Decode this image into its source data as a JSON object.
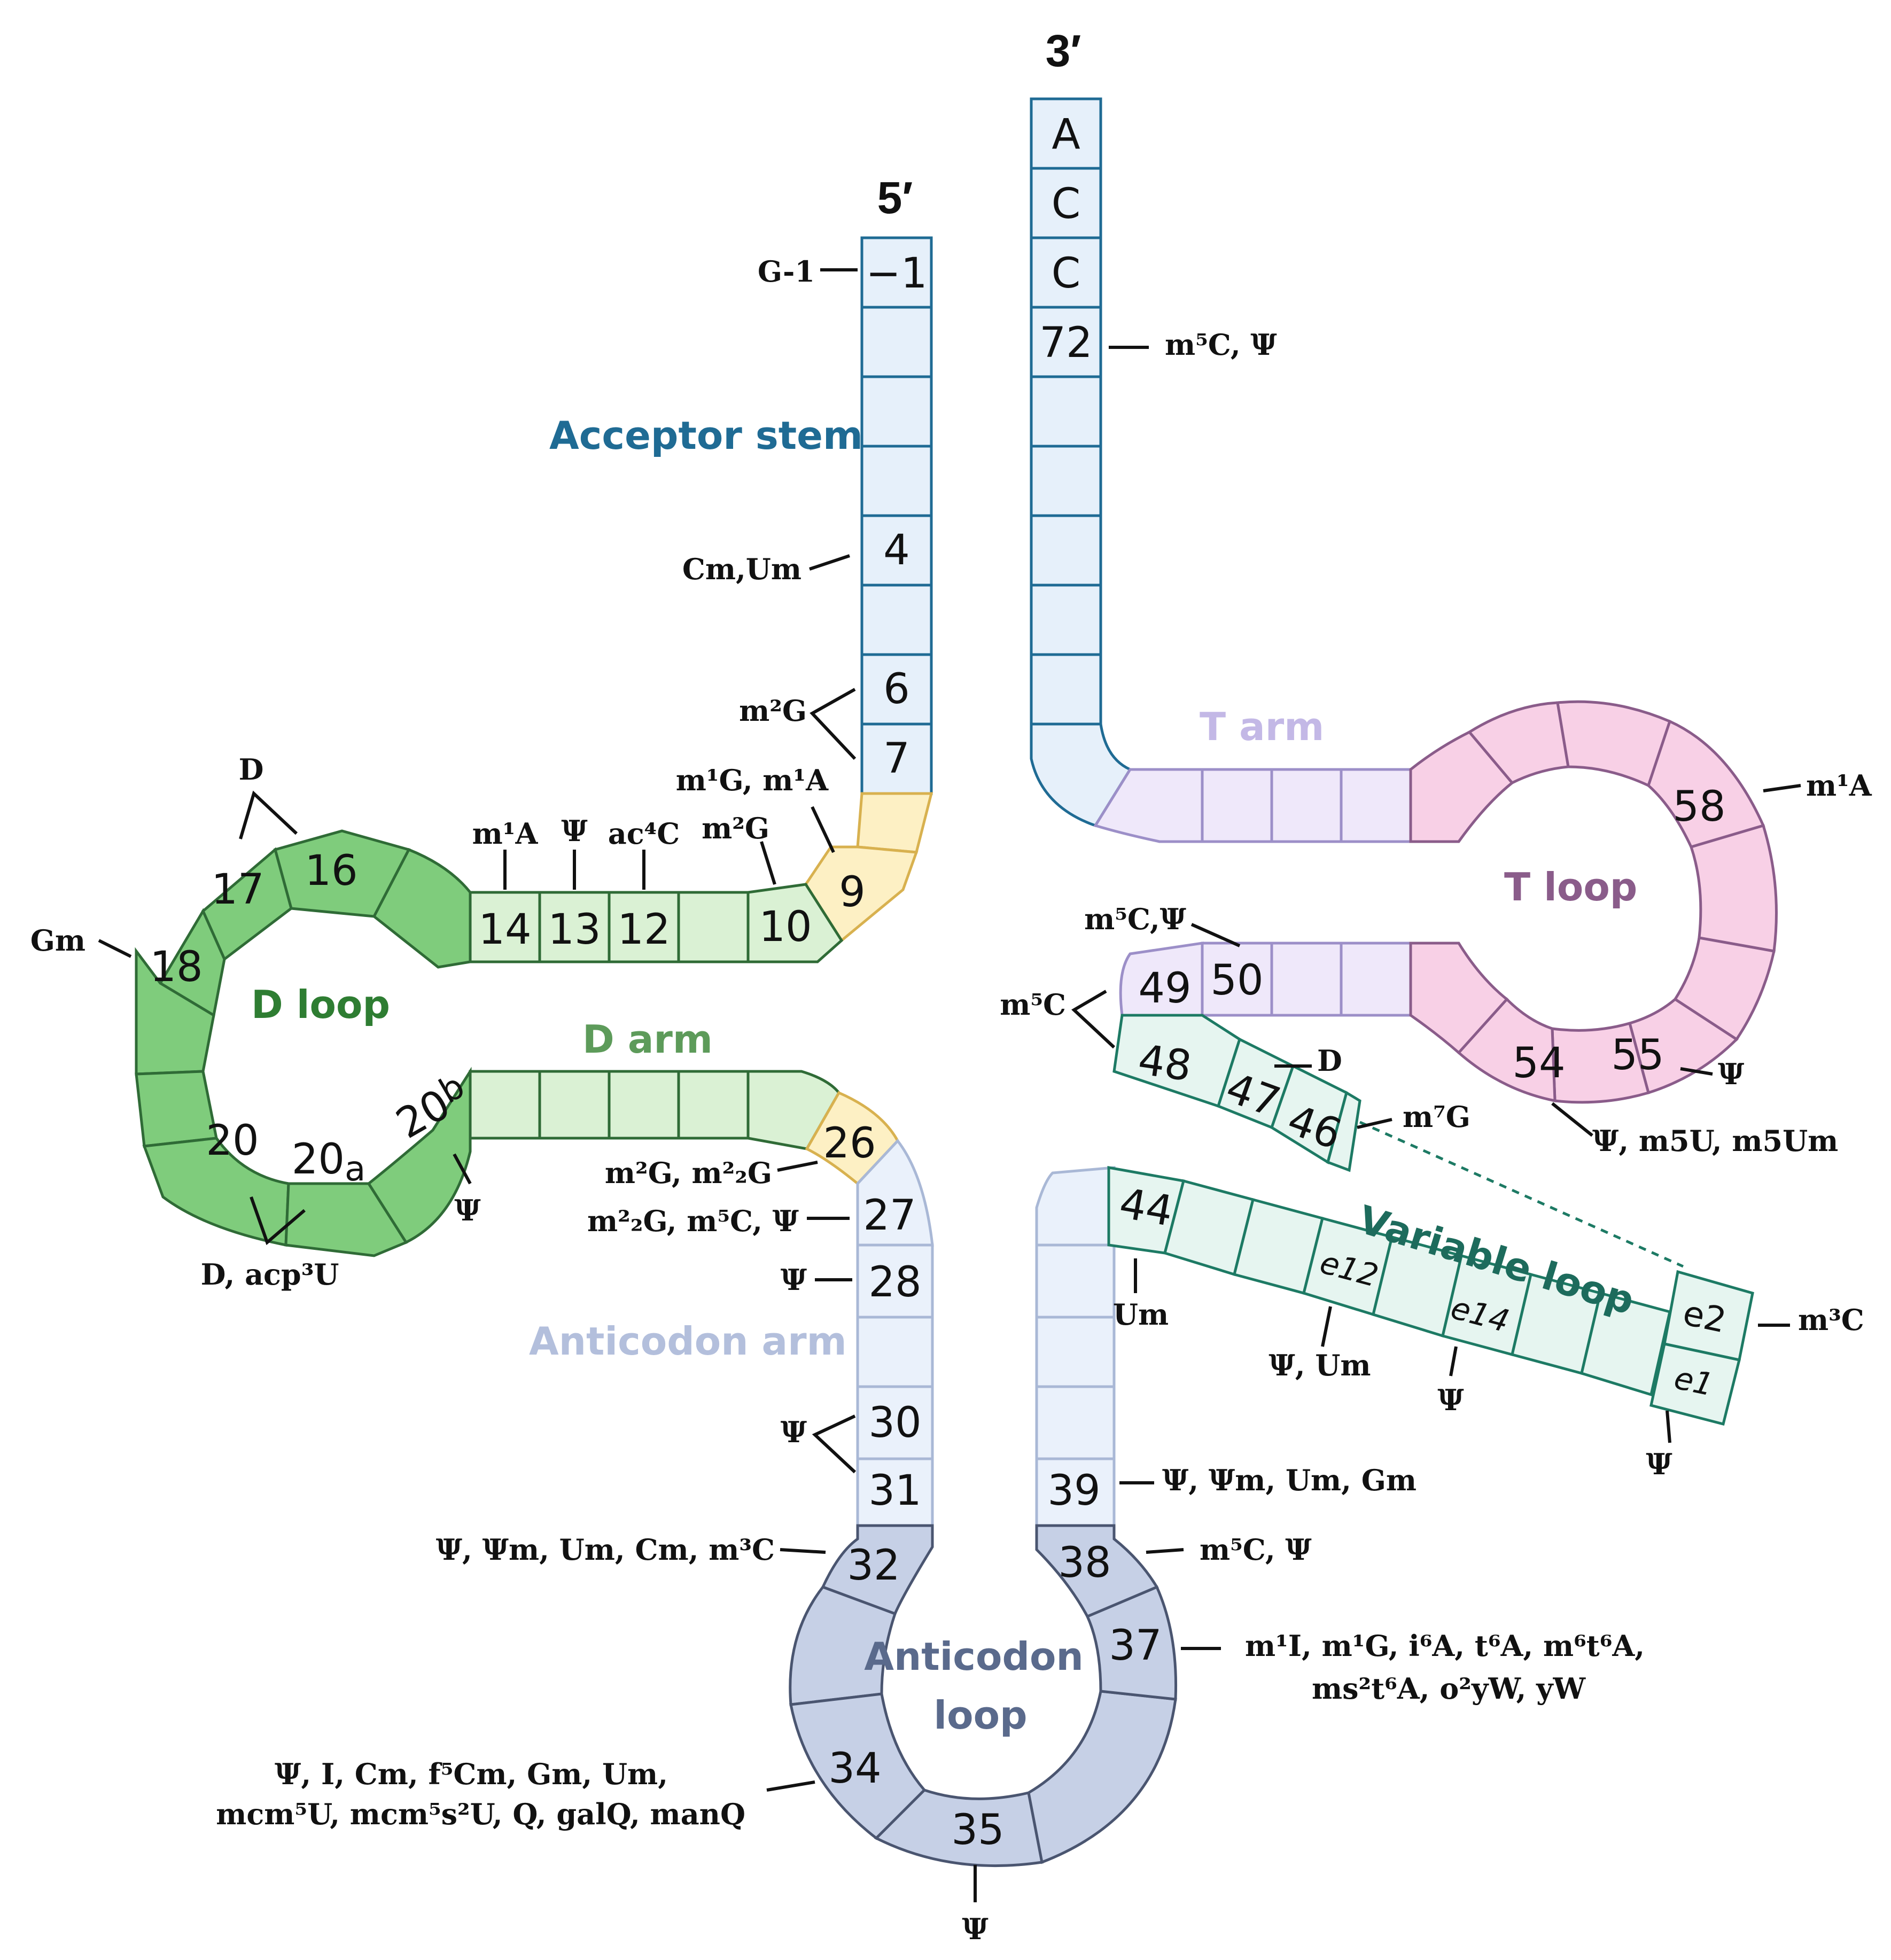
{
  "colors": {
    "acceptor_fill": "#e6f0fa",
    "acceptor_stroke": "#1f6b94",
    "acceptor_label": "#1f6b94",
    "join_fill": "#fdf0c4",
    "join_stroke": "#d8b14f",
    "d_arm_fill": "#daf1d4",
    "d_loop_fill": "#7fcc7c",
    "d_stroke": "#2f6b36",
    "d_label": "#2e7d32",
    "d_arm_label": "#5d9b5a",
    "t_arm_fill": "#efe8fa",
    "t_arm_stroke": "#9c8fc8",
    "t_arm_label": "#c3b8e6",
    "t_loop_fill": "#f8d0e6",
    "t_loop_stroke": "#8a5c8a",
    "t_loop_label": "#8a5c8a",
    "var_fill": "#e6f5f0",
    "var_stroke": "#1d7a64",
    "var_label": "#1d6b5c",
    "ac_arm_fill": "#eaf1fb",
    "ac_arm_stroke": "#a9b8d6",
    "ac_arm_label": "#b3bfdc",
    "ac_loop_fill": "#c6d0e6",
    "ac_loop_stroke": "#4a5570",
    "ac_loop_label": "#5a6a8c"
  },
  "ends": {
    "five_prime": "5′",
    "three_prime": "3′"
  },
  "regions": {
    "acceptor_stem": "Acceptor stem",
    "t_arm": "T arm",
    "t_loop": "T loop",
    "d_loop": "D loop",
    "d_arm": "D arm",
    "variable_loop": "Variable loop",
    "anticodon_arm": "Anticodon arm",
    "anticodon_loop": "Anticodon loop"
  },
  "acceptor": {
    "tail": [
      "A",
      "C",
      "C"
    ],
    "pos_minus1": "−1",
    "pos_72": "72",
    "pos_4": "4",
    "pos_6": "6",
    "pos_7": "7"
  },
  "d_arm": {
    "pos_9": "9",
    "pos_10": "10",
    "pos_12": "12",
    "pos_13": "13",
    "pos_14": "14",
    "pos_16": "16",
    "pos_17": "17",
    "pos_18": "18",
    "pos_20": "20",
    "pos_20a_base": "20",
    "pos_20a_sub": "a",
    "pos_20b_base": "20",
    "pos_20b_sub": "b",
    "pos_26": "26"
  },
  "t_arm": {
    "pos_49": "49",
    "pos_50": "50",
    "pos_54": "54",
    "pos_55": "55",
    "pos_58": "58"
  },
  "variable": {
    "pos_44": "44",
    "pos_46": "46",
    "pos_47": "47",
    "pos_48": "48",
    "e12": "e12",
    "e14": "e14",
    "e2": "e2",
    "e1": "e1"
  },
  "anticodon": {
    "pos_27": "27",
    "pos_28": "28",
    "pos_30": "30",
    "pos_31": "31",
    "pos_32": "32",
    "pos_34": "34",
    "pos_35": "35",
    "pos_37": "37",
    "pos_38": "38",
    "pos_39": "39"
  },
  "modifications": {
    "g_minus1": "G-1",
    "m72": "m⁵C, Ψ",
    "m4": "Cm,Um",
    "m6_7": "m²G",
    "m9": "m¹G, m¹A",
    "m10": "m²G",
    "m12": "ac⁴C",
    "m13": "Ψ",
    "m14": "m¹A",
    "m16_17": "D",
    "m18": "Gm",
    "m20": "D, acp³U",
    "m20b": "Ψ",
    "m26": "m²G, m²₂G",
    "m27": "m²₂G, m⁵C, Ψ",
    "m28": "Ψ",
    "m30_31": "Ψ",
    "m32": "Ψ, Ψm, Um, Cm, m³C",
    "m34_line1": "Ψ, I, Cm, f⁵Cm, Gm, Um,",
    "m34_line2": "mcm⁵U, mcm⁵s²U, Q, galQ, manQ",
    "m35": "Ψ",
    "m37_line1": "m¹I, m¹G, i⁶A, t⁶A, m⁶t⁶A,",
    "m37_line2": "ms²t⁶A, o²yW, yW",
    "m38": "m⁵C, Ψ",
    "m39": "Ψ, Ψm, Um, Gm",
    "m44": "Um",
    "me12": "Ψ, Um",
    "me14": "Ψ",
    "me1": "Ψ",
    "me2": "m³C",
    "m46": "m⁷G",
    "m47": "D",
    "m48_49": "m⁵C",
    "m50": "m⁵C,Ψ",
    "m54": "Ψ, m5U, m5Um",
    "m55": "Ψ",
    "m58": "m¹A"
  }
}
